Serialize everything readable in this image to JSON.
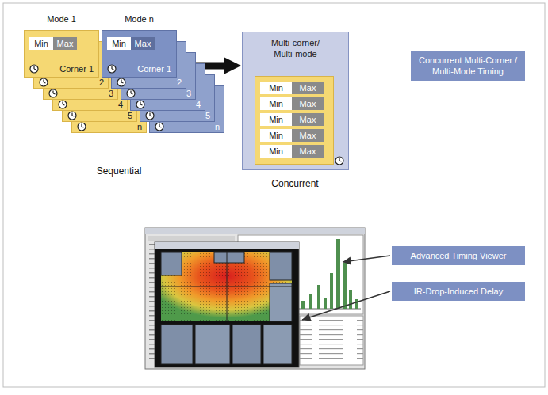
{
  "diagram": {
    "nodes": [
      {
        "text": [
          "Mode 1",
          "Min",
          "Max",
          "Corner 1"
        ]
      },
      {
        "text": [
          "2"
        ]
      },
      {
        "text": [
          "3"
        ]
      },
      {
        "text": [
          "4"
        ]
      },
      {
        "text": [
          "5"
        ]
      },
      {
        "text": [
          "n"
        ]
      },
      {
        "text": [
          "Mode n",
          "Min",
          "Max",
          "Corner 1"
        ]
      },
      {
        "text": [
          "2"
        ]
      },
      {
        "text": [
          "3"
        ]
      },
      {
        "text": [
          "4"
        ]
      },
      {
        "text": [
          "5"
        ]
      },
      {
        "text": [
          "n"
        ]
      },
      {
        "text": [
          "Multi-corner/ Multi-mode"
        ]
      },
      {
        "text": [
          "Min",
          "Max"
        ],
        "in": 12
      },
      {
        "text": [
          "Min",
          "Max"
        ],
        "in": 12
      },
      {
        "text": [
          "Min",
          "Max"
        ],
        "in": 12
      },
      {
        "text": [
          "Min",
          "Max"
        ],
        "in": 12
      },
      {
        "text": [
          "Min",
          "Max"
        ],
        "in": 12
      },
      {
        "text": [
          "Concurrent Multi-Corner / Multi-Mode Timing"
        ]
      },
      {
        "text": [
          "Advanced Timing Viewer"
        ]
      },
      {
        "text": [
          "IR-Drop-Induced Delay"
        ]
      }
    ],
    "edges": [
      {
        "from": 6,
        "to": 12,
        "arrow": "to"
      }
    ],
    "labels": [
      "Sequential",
      "Concurrent"
    ]
  }
}
